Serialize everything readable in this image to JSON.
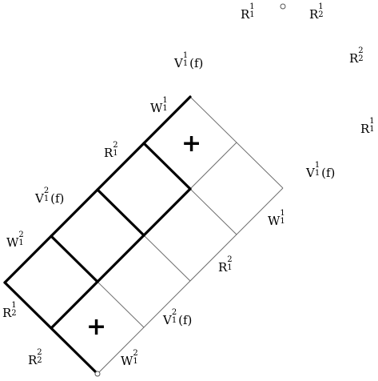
{
  "edge_labels": {
    "top_left_1": {
      "base": "R",
      "sup": "1",
      "sub": "1",
      "tail": ""
    },
    "top_right_1": {
      "base": "R",
      "sup": "1",
      "sub": "2",
      "tail": ""
    },
    "right_1": {
      "base": "R",
      "sup": "2",
      "sub": "2",
      "tail": ""
    },
    "right_2": {
      "base": "R",
      "sup": "1",
      "sub": "1",
      "tail": ""
    },
    "left_v1f": {
      "base": "V",
      "sup": "1",
      "sub": "1",
      "tail": "(f)"
    },
    "left_w1": {
      "base": "W",
      "sup": "1",
      "sub": "1",
      "tail": ""
    },
    "left_r12": {
      "base": "R",
      "sup": "2",
      "sub": "1",
      "tail": ""
    },
    "left_v2f": {
      "base": "V",
      "sup": "2",
      "sub": "1",
      "tail": "(f)"
    },
    "left_w2": {
      "base": "W",
      "sup": "2",
      "sub": "1",
      "tail": ""
    },
    "left_r21": {
      "base": "R",
      "sup": "1",
      "sub": "2",
      "tail": ""
    },
    "bottom_r22": {
      "base": "R",
      "sup": "2",
      "sub": "2",
      "tail": ""
    },
    "bottom_w2": {
      "base": "W",
      "sup": "2",
      "sub": "1",
      "tail": ""
    },
    "lower_v2f": {
      "base": "V",
      "sup": "2",
      "sub": "1",
      "tail": "(f)"
    },
    "lower_r12": {
      "base": "R",
      "sup": "2",
      "sub": "1",
      "tail": ""
    },
    "lower_w1": {
      "base": "W",
      "sup": "1",
      "sub": "1",
      "tail": ""
    },
    "lower_v1f": {
      "base": "V",
      "sup": "1",
      "sub": "1",
      "tail": "(f)"
    }
  },
  "plus_marks": [
    "+",
    "+"
  ]
}
